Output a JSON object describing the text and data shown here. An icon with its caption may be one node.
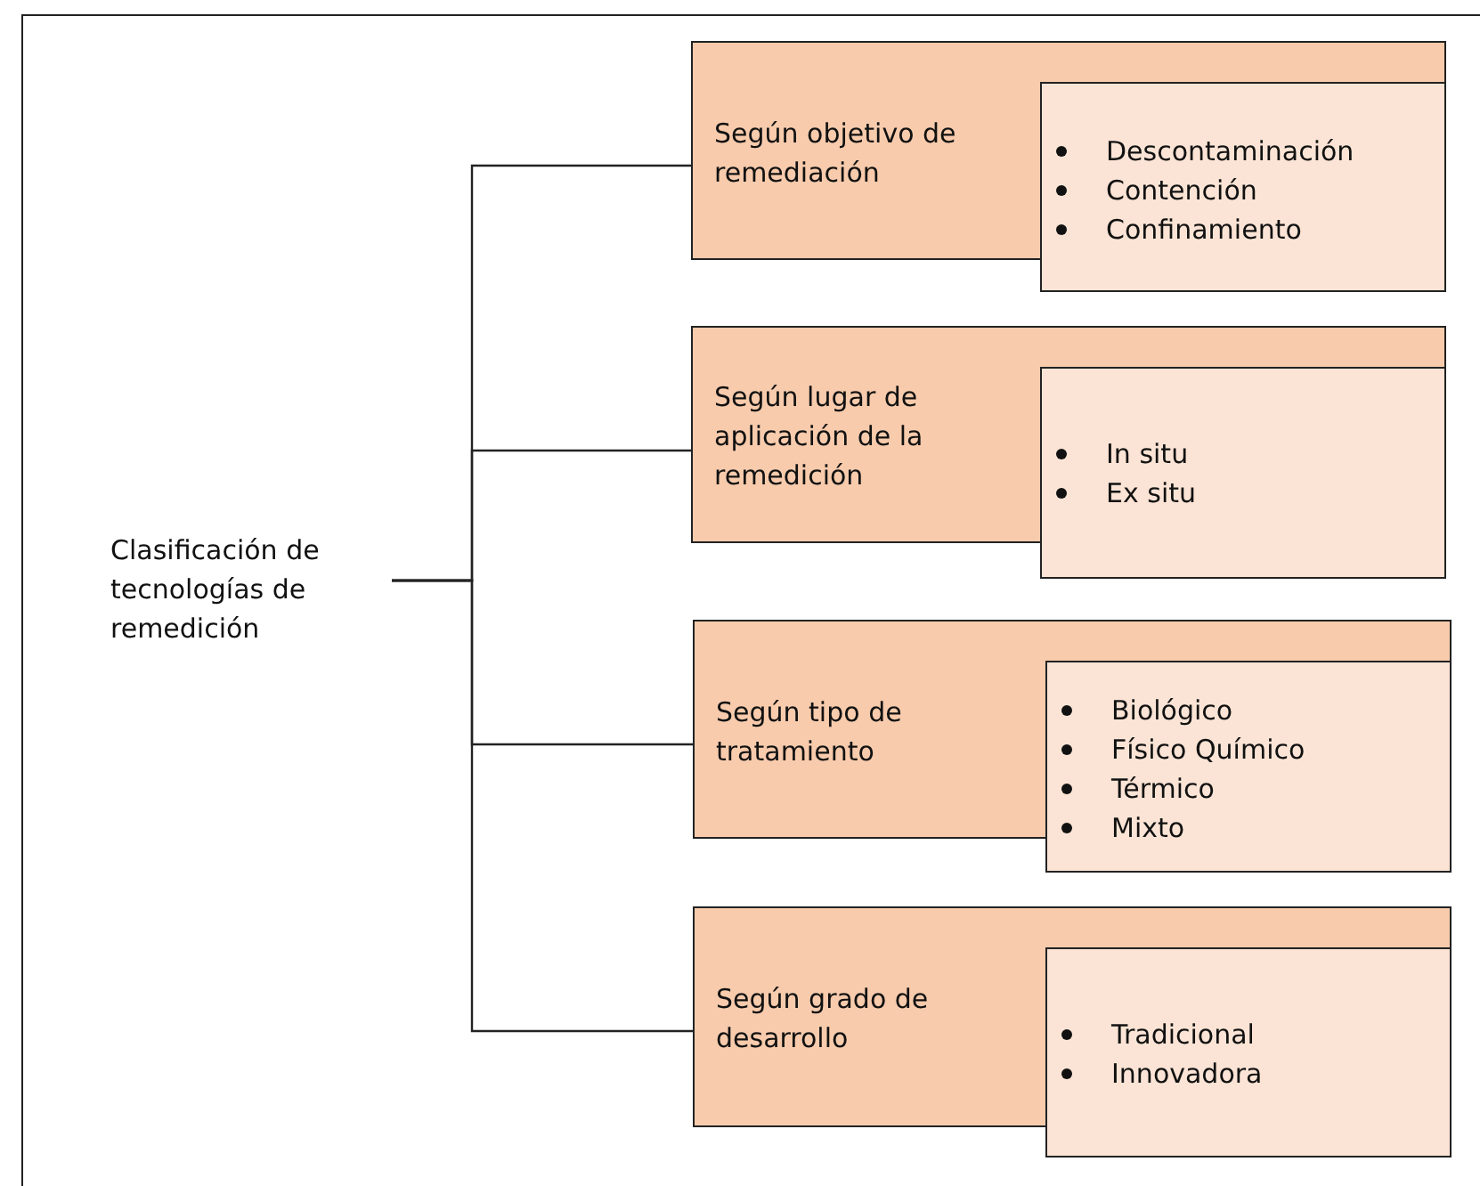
{
  "diagram": {
    "nodes": [
      {
        "text": [
          "Clasificación de tecnologías de remedición"
        ]
      },
      {
        "text": [
          "Según objetivo de remediación"
        ]
      },
      {
        "text": [
          "Descontaminación",
          "Contención",
          "Confinamiento"
        ]
      },
      {
        "text": [
          "Según lugar de aplicación de la remedición"
        ]
      },
      {
        "text": [
          "In situ",
          "Ex situ"
        ]
      },
      {
        "text": [
          "Según tipo de tratamiento"
        ]
      },
      {
        "text": [
          "Biológico",
          "Físico Químico",
          "Térmico",
          "Mixto"
        ]
      },
      {
        "text": [
          "Según grado de desarrollo"
        ]
      },
      {
        "text": [
          "Tradicional",
          "Innovadora"
        ]
      }
    ],
    "edges": [
      {
        "from": 0,
        "to": 1,
        "arrow": "none"
      },
      {
        "from": 0,
        "to": 3,
        "arrow": "none"
      },
      {
        "from": 0,
        "to": 5,
        "arrow": "none"
      },
      {
        "from": 0,
        "to": 7,
        "arrow": "none"
      }
    ]
  }
}
